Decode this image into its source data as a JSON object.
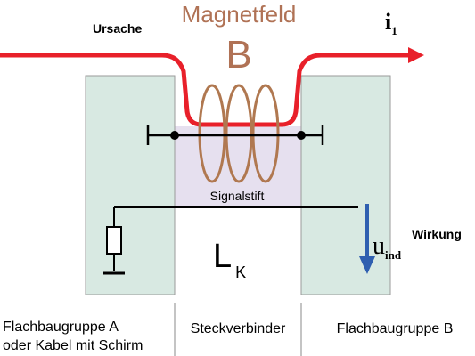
{
  "labels": {
    "field_title": "Magnetfeld",
    "field_symbol": "B",
    "cause": "Ursache",
    "current_base": "i",
    "current_sub": "1",
    "signal_pin": "Signalstift",
    "inductance_base": "L",
    "inductance_sub": "K",
    "effect": "Wirkung",
    "voltage_base": "u",
    "voltage_sub": "ind",
    "board_a_line1": "Flachbaugruppe A",
    "board_a_line2": "oder Kabel mit Schirm",
    "connector": "Steckverbinder",
    "board_b": "Flachbaugruppe B"
  },
  "colors": {
    "board_fill": "#d8e9e2",
    "connector_fill": "#e6e0ef",
    "current_path": "#e8202a",
    "coil": "#b07850",
    "field_text": "#b07255",
    "voltage_arrow": "#2f5fb0",
    "line": "#000000",
    "divider": "#888888"
  }
}
